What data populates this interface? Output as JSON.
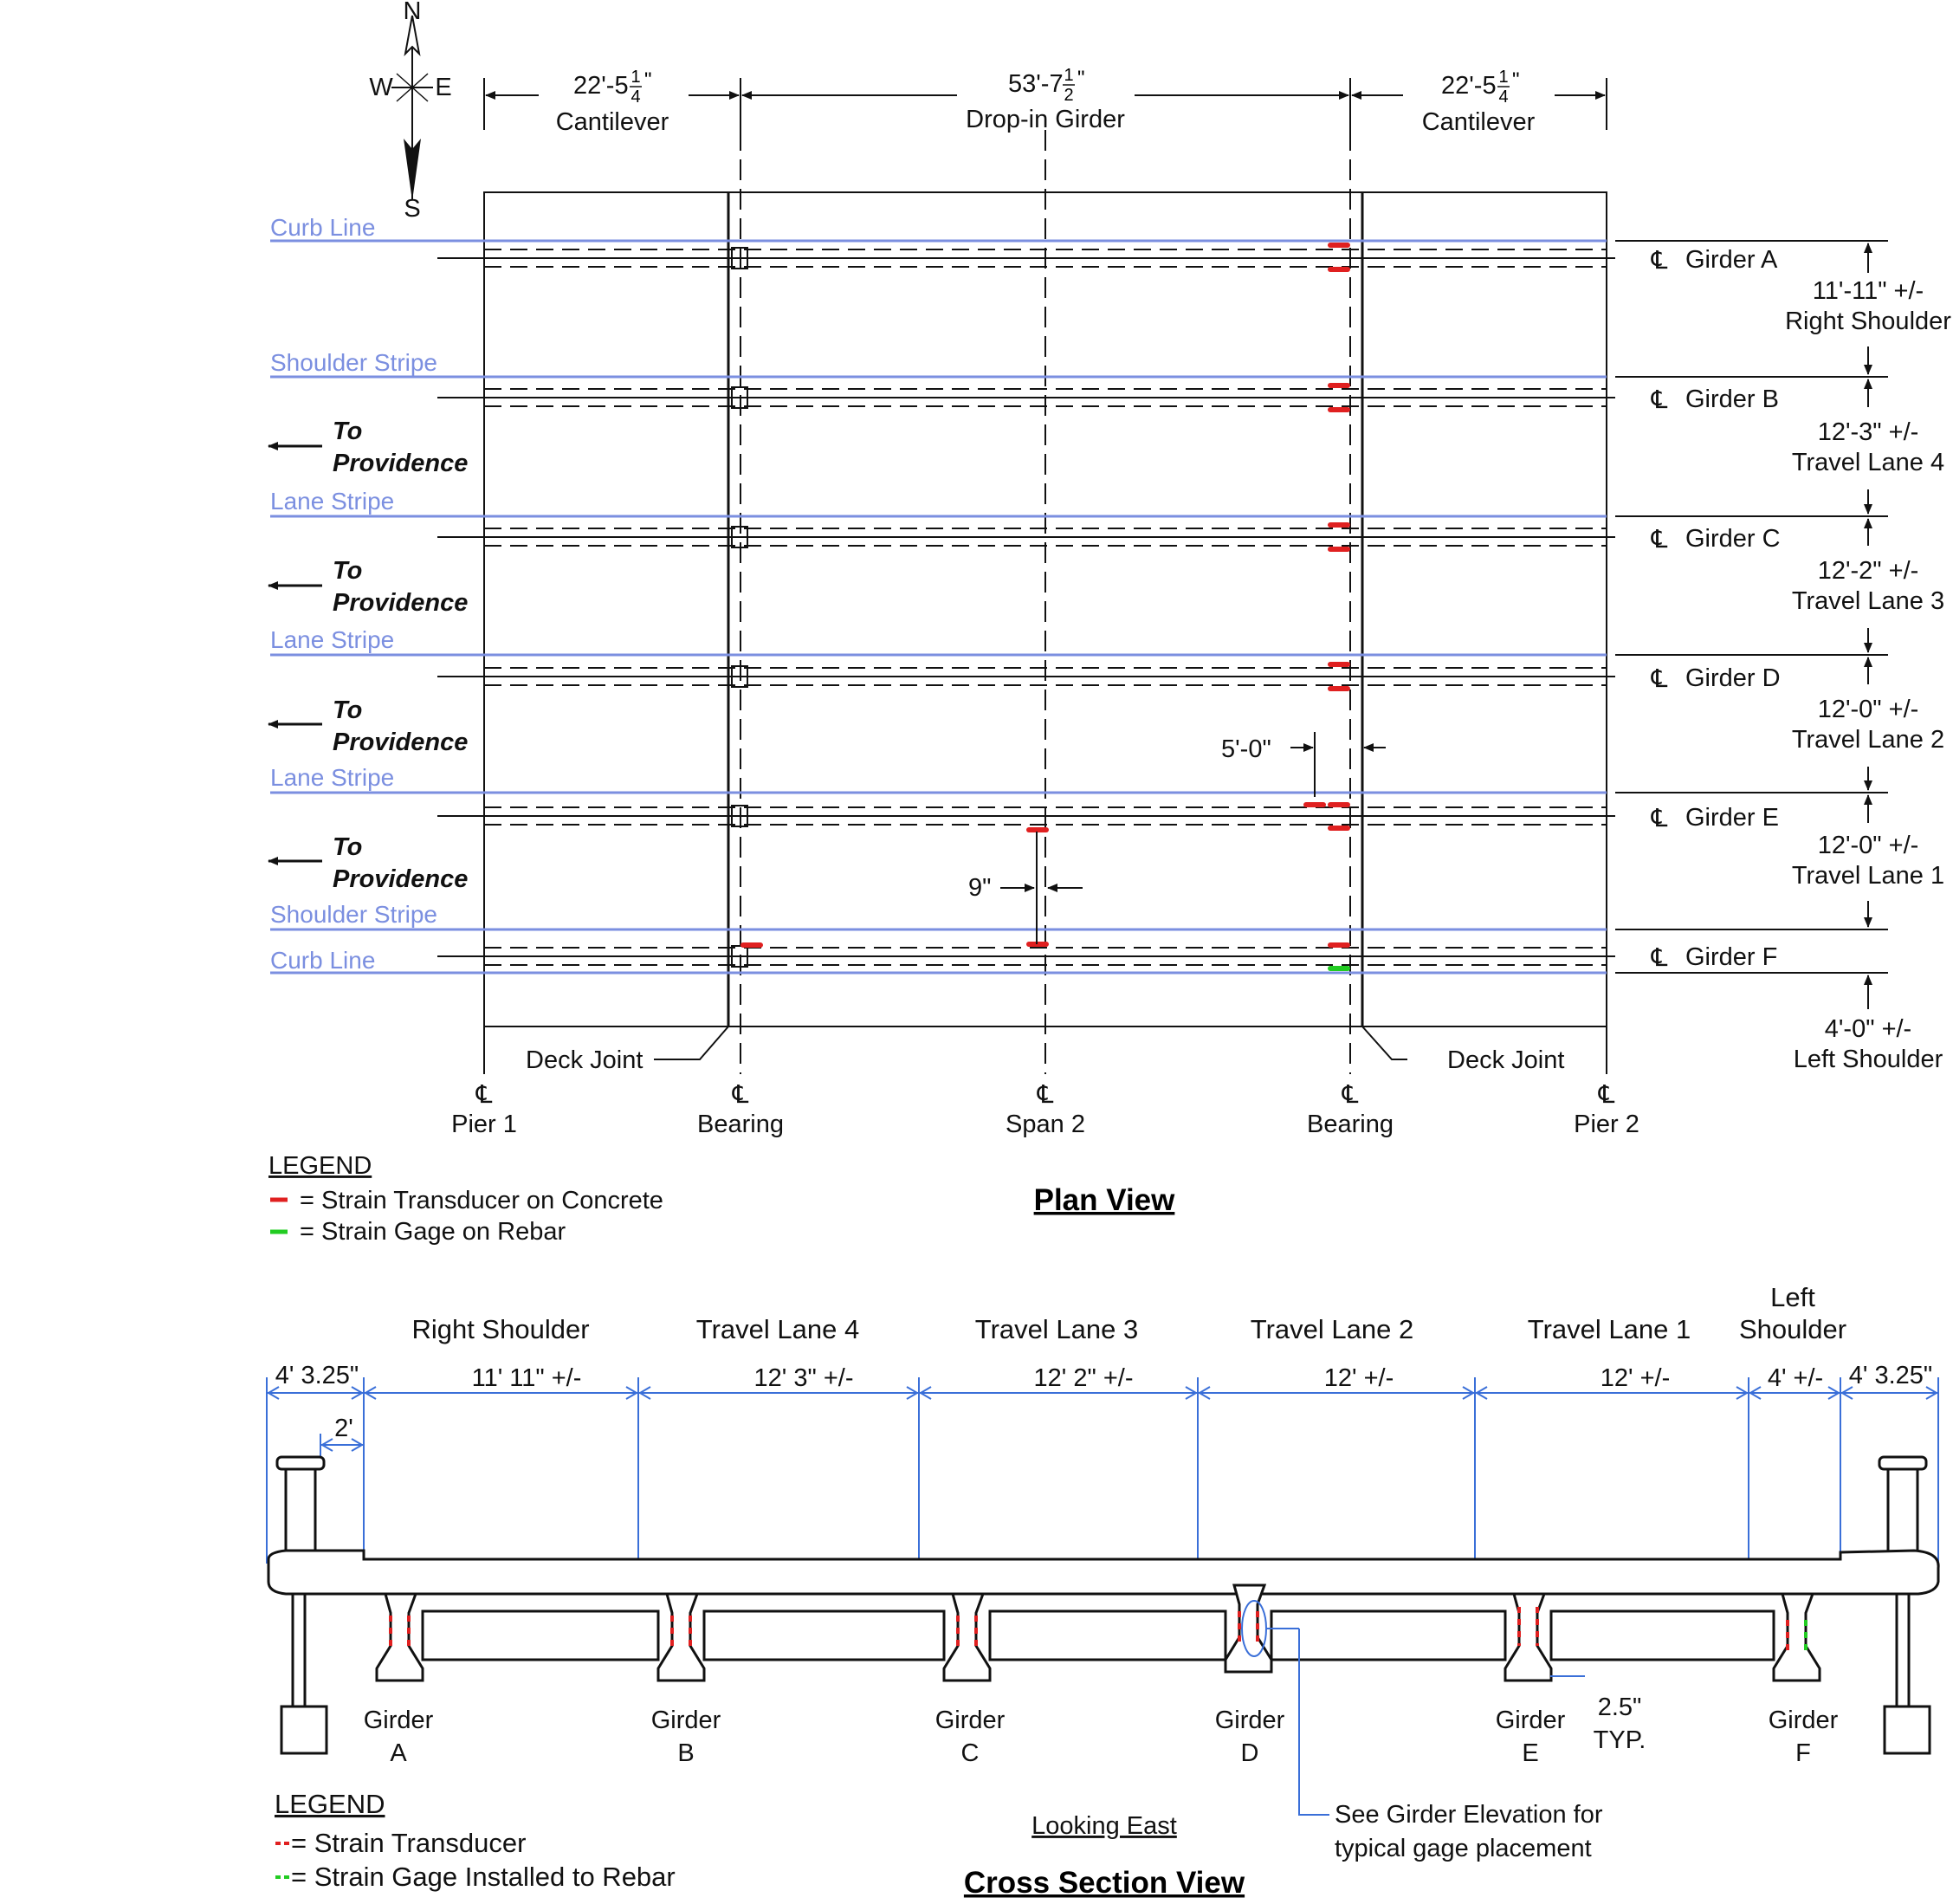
{
  "plan": {
    "compass": {
      "n": "N",
      "s": "S",
      "e": "E",
      "w": "W"
    },
    "dims_top": [
      {
        "main": "22'-5",
        "num": "1",
        "den": "4",
        "suffix": "\"",
        "label": "Cantilever"
      },
      {
        "main": "53'-7",
        "num": "1",
        "den": "2",
        "suffix": "\"",
        "label": "Drop-in Girder"
      },
      {
        "main": "22'-5",
        "num": "1",
        "den": "4",
        "suffix": "\"",
        "label": "Cantilever"
      }
    ],
    "stripes": [
      "Curb Line",
      "Shoulder Stripe",
      "Lane Stripe",
      "Lane Stripe",
      "Lane Stripe",
      "Shoulder Stripe",
      "Curb Line"
    ],
    "direction": {
      "to": "To",
      "city": "Providence"
    },
    "cl_symbol": "℄",
    "girders": [
      "Girder A",
      "Girder B",
      "Girder C",
      "Girder D",
      "Girder E",
      "Girder F"
    ],
    "right_dims": [
      {
        "value": "11'-11\" +/-",
        "label": "Right Shoulder"
      },
      {
        "value": "12'-3\" +/-",
        "label": "Travel Lane 4"
      },
      {
        "value": "12'-2\" +/-",
        "label": "Travel Lane 3"
      },
      {
        "value": "12'-0\" +/-",
        "label": "Travel Lane 2"
      },
      {
        "value": "12'-0\" +/-",
        "label": "Travel Lane 1"
      },
      {
        "value": "4'-0\" +/-",
        "label": "Left Shoulder"
      }
    ],
    "dim_5ft": "5'-0\"",
    "dim_9in": "9\"",
    "deck_joint": "Deck Joint",
    "bottom_labels": [
      "Pier 1",
      "Bearing",
      "Span 2",
      "Bearing",
      "Pier 2"
    ],
    "legend": {
      "title": "LEGEND",
      "items": [
        {
          "text": "= Strain Transducer on Concrete",
          "color": "#e02020"
        },
        {
          "text": "= Strain Gage on Rebar",
          "color": "#22cc22"
        }
      ]
    },
    "title": "Plan View"
  },
  "section": {
    "lane_labels": [
      "Right Shoulder",
      "Travel Lane 4",
      "Travel Lane 3",
      "Travel Lane 2",
      "Travel Lane 1"
    ],
    "left_shoulder": [
      "Left",
      "Shoulder"
    ],
    "dims": [
      "4' 3.25\"",
      "11' 11\" +/-",
      "12' 3\" +/-",
      "12' 2\" +/-",
      "12' +/-",
      "12' +/-",
      "4' +/-",
      "4' 3.25\""
    ],
    "dim_2ft": "2'",
    "girders": [
      {
        "word": "Girder",
        "letter": "A"
      },
      {
        "word": "Girder",
        "letter": "B"
      },
      {
        "word": "Girder",
        "letter": "C"
      },
      {
        "word": "Girder",
        "letter": "D"
      },
      {
        "word": "Girder",
        "letter": "E"
      },
      {
        "word": "Girder",
        "letter": "F"
      }
    ],
    "typ": [
      "2.5\"",
      "TYP."
    ],
    "note": [
      "See Girder Elevation for",
      "typical gage placement"
    ],
    "looking": "Looking East",
    "legend": {
      "title": "LEGEND",
      "items": [
        {
          "text": "= Strain Transducer",
          "color": "#e02020"
        },
        {
          "text": "= Strain Gage Installed to Rebar",
          "color": "#22cc22"
        }
      ]
    },
    "title": "Cross Section View"
  },
  "colors": {
    "blue": "#7b8fe0",
    "red": "#e02020",
    "green": "#22cc22",
    "dimblue": "#3a6fd8"
  }
}
